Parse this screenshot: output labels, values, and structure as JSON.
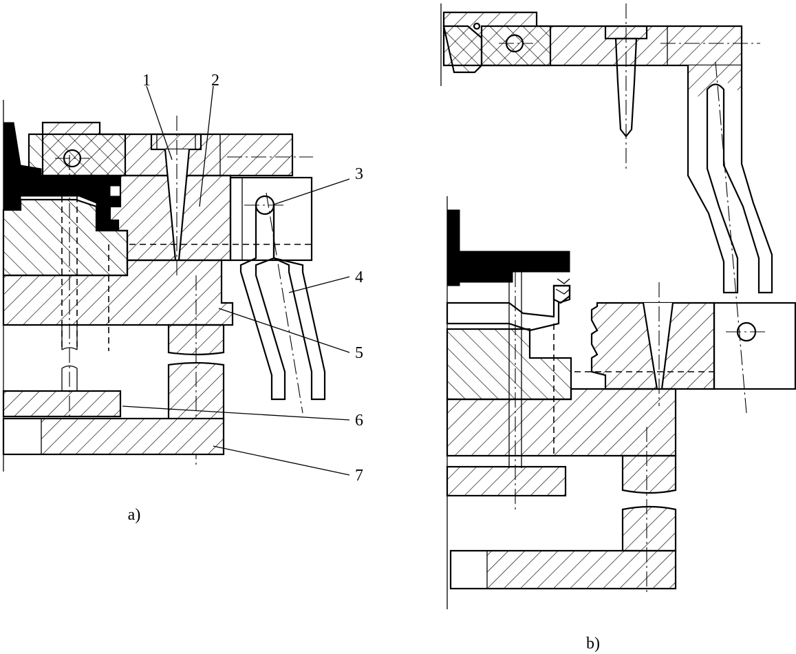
{
  "figure": {
    "part_labels": [
      "1",
      "2",
      "3",
      "4",
      "5",
      "6",
      "7"
    ],
    "captions": {
      "a": "a)",
      "b": "b)"
    }
  },
  "colors": {
    "line": "#000000",
    "background": "#ffffff",
    "hatch": "#000000"
  }
}
